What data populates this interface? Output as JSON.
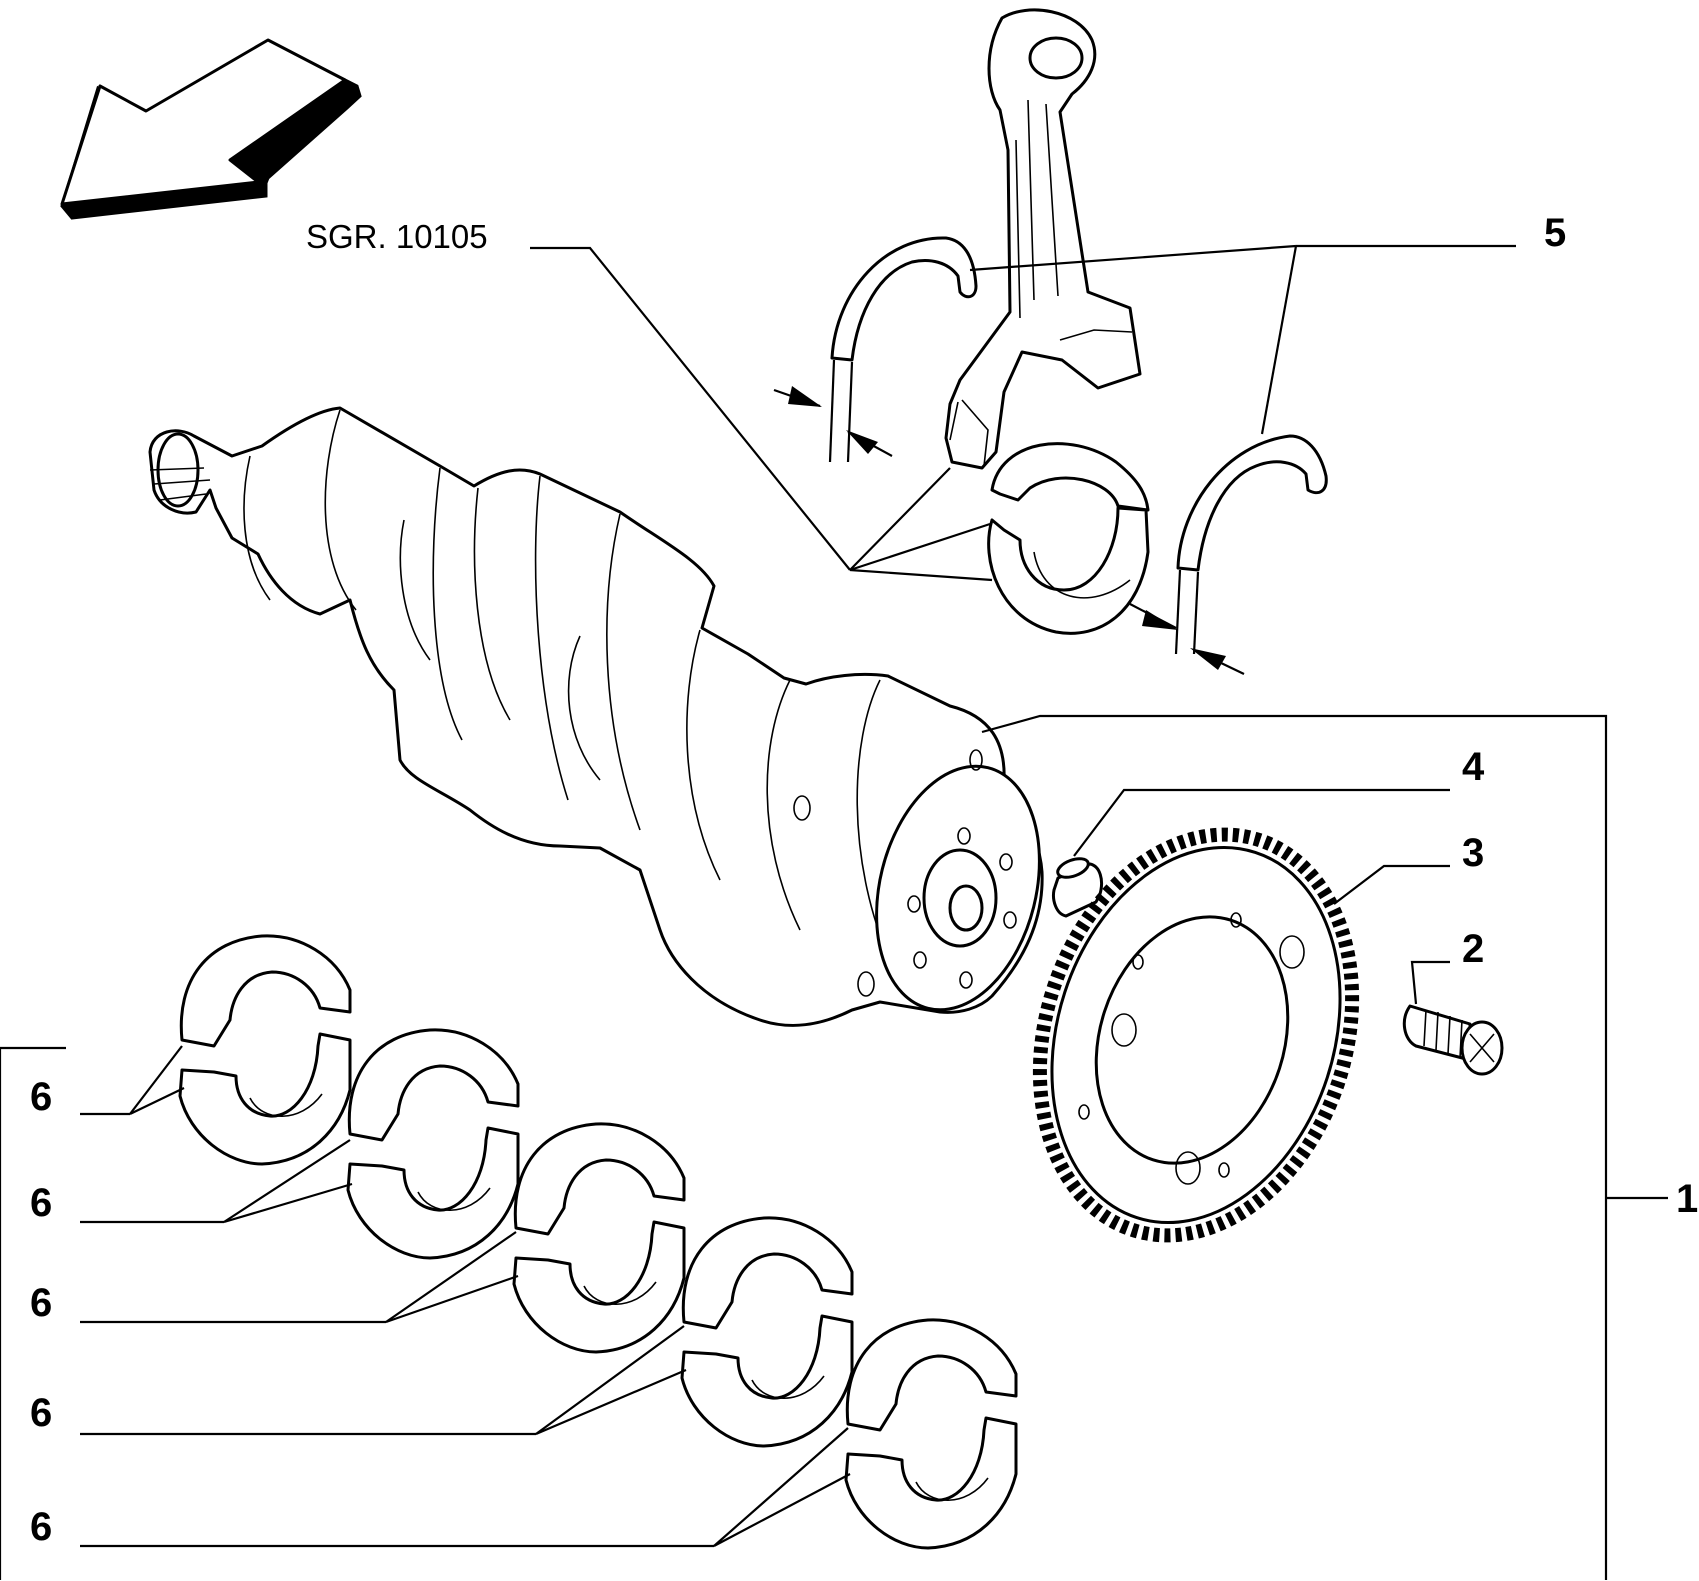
{
  "reference_note": "SGR. 10105",
  "callouts": {
    "c1": "1",
    "c2": "2",
    "c3": "3",
    "c4": "4",
    "c5": "5",
    "c6": "6"
  },
  "bearing_callout_count": 5
}
